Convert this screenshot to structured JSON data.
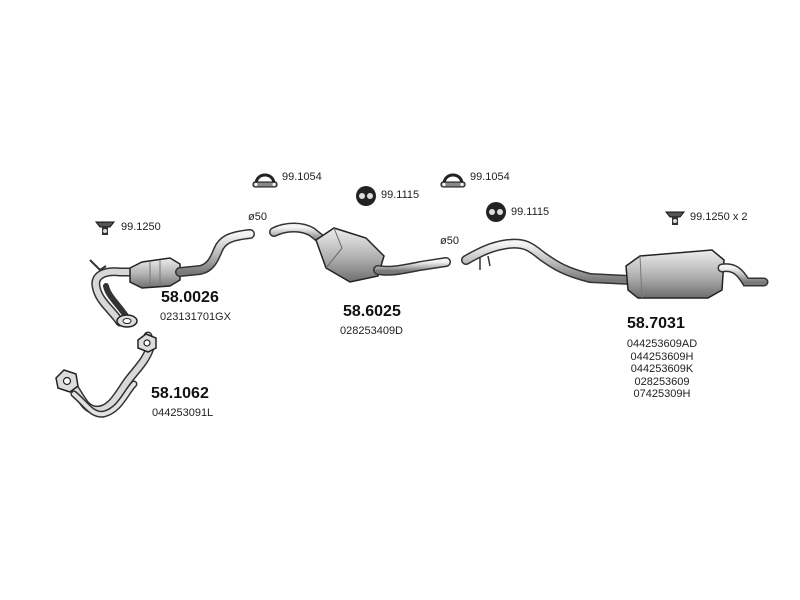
{
  "diagram": {
    "parts": [
      {
        "number": "58.1062",
        "oem": [
          "044253091L"
        ]
      },
      {
        "number": "58.0026",
        "oem": [
          "023131701GX"
        ]
      },
      {
        "number": "58.6025",
        "oem": [
          "028253409D"
        ]
      },
      {
        "number": "58.7031",
        "oem": [
          "044253609AD",
          "044253609H",
          "044253609K",
          "028253609",
          "07425309H"
        ]
      }
    ],
    "accessories": [
      {
        "code": "99.1250",
        "icon": "hanger-clamp-icon"
      },
      {
        "code": "99.1054",
        "icon": "u-bolt-clamp-icon"
      },
      {
        "code": "99.1115",
        "icon": "rubber-mount-icon"
      },
      {
        "code": "99.1054",
        "icon": "u-bolt-clamp-icon"
      },
      {
        "code": "99.1115",
        "icon": "rubber-mount-icon"
      },
      {
        "code": "99.1250 x 2",
        "icon": "hanger-clamp-icon"
      }
    ],
    "diameters": [
      "ø50",
      "ø50"
    ]
  }
}
